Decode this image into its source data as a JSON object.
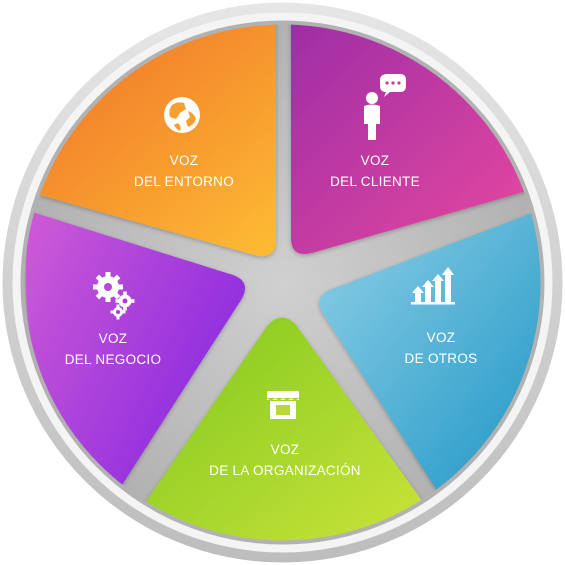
{
  "segments": [
    {
      "id": "entorno",
      "line1": "VOZ",
      "line2": "DEL ENTORNO",
      "icon": "globe-icon",
      "color_light": "#FDB932",
      "color_dark": "#F0732A"
    },
    {
      "id": "cliente",
      "line1": "VOZ",
      "line2": "DEL CLIENTE",
      "icon": "person-speech-icon",
      "color_light": "#E8499E",
      "color_dark": "#9E2DA6"
    },
    {
      "id": "otros",
      "line1": "VOZ",
      "line2": "DE OTROS",
      "icon": "growth-arrows-icon",
      "color_light": "#8FD0E6",
      "color_dark": "#1E96C6"
    },
    {
      "id": "organizacion",
      "line1": "VOZ",
      "line2": "DE LA ORGANIZACIÓN",
      "icon": "storefront-icon",
      "color_light": "#CCE43A",
      "color_dark": "#7FC81F"
    },
    {
      "id": "negocio",
      "line1": "VOZ",
      "line2": "DEL NEGOCIO",
      "icon": "gears-icon",
      "color_light": "#CF5BD6",
      "color_dark": "#8A2AE0"
    }
  ],
  "ring_color": "#CACACA",
  "hub_color": "#B9B9B9"
}
